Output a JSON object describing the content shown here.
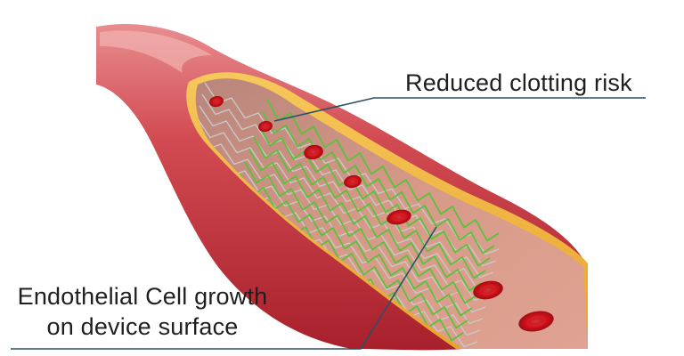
{
  "callouts": {
    "top": "Reduced clotting risk",
    "bottom_line1": "Endothelial Cell growth",
    "bottom_line2": "on device surface"
  },
  "colors": {
    "vessel_outer": "#c8303a",
    "vessel_highlight": "#e58a8c",
    "vessel_inner": "#d07a6e",
    "fat_layer": "#f3b53f",
    "stent_silver": "#c9c9c9",
    "stent_green": "#58c23a",
    "blood_cell": "#d8141c",
    "leader_line": "#2b5066"
  }
}
